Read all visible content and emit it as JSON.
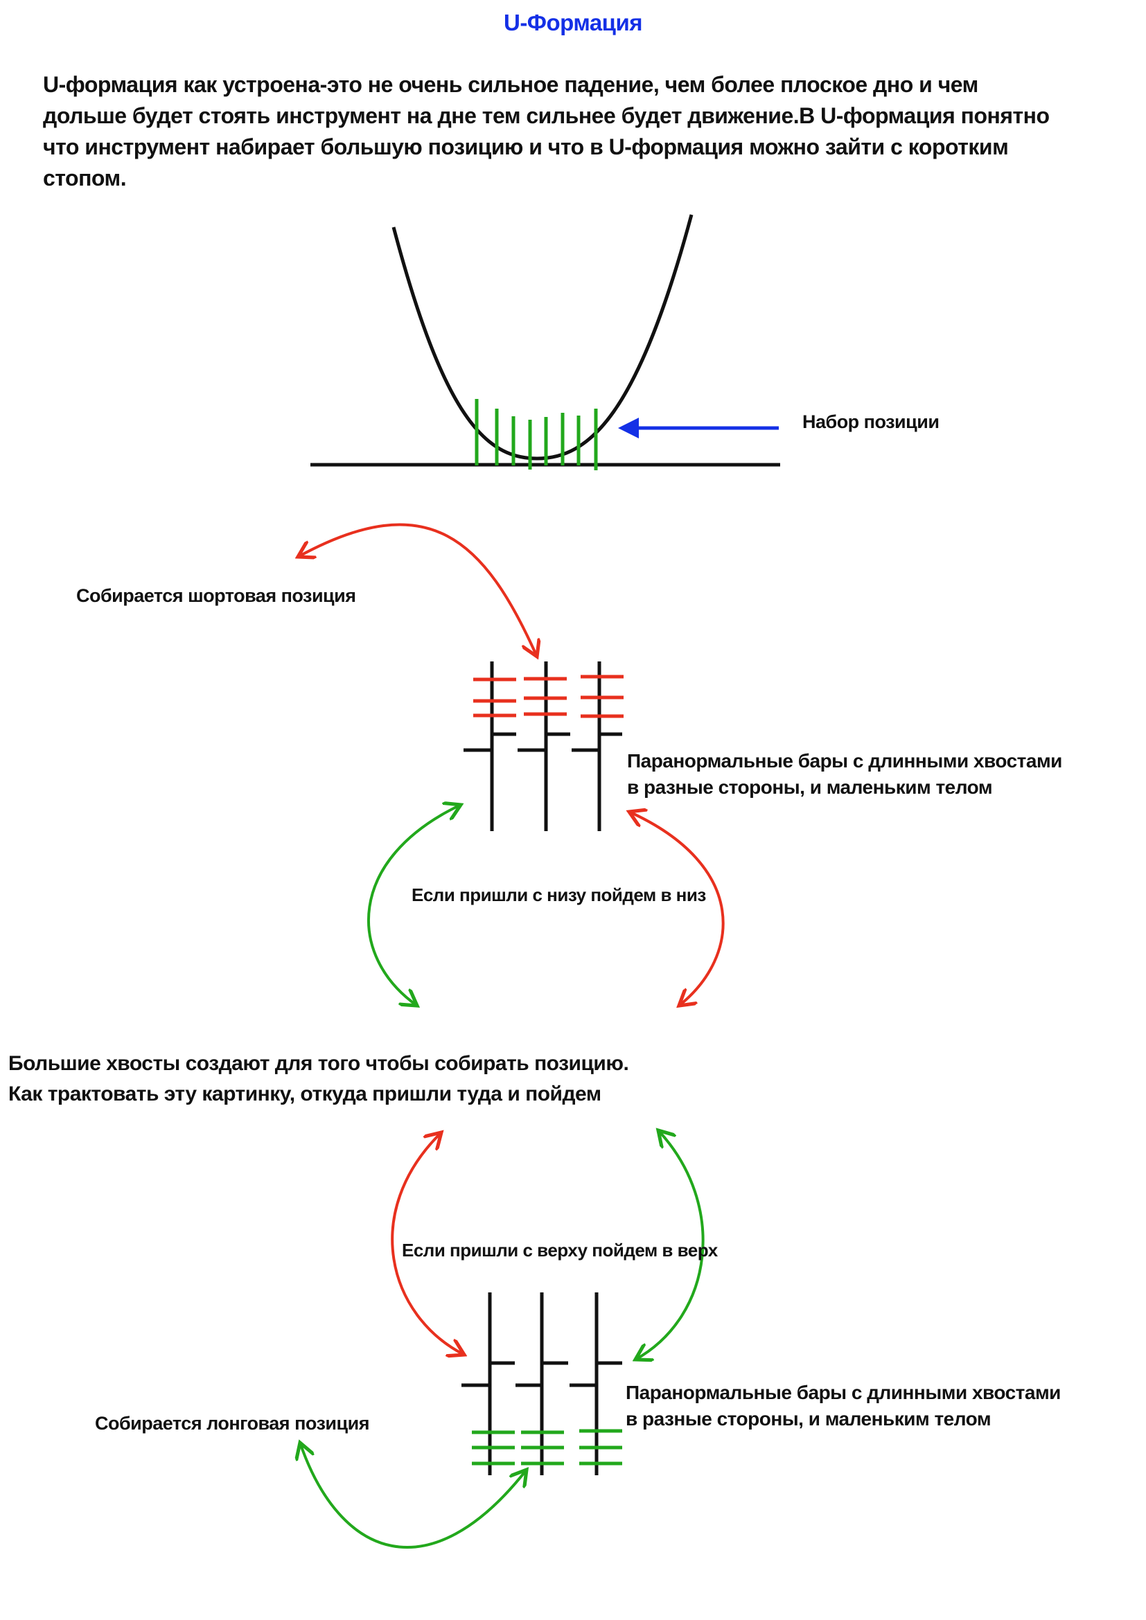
{
  "title": "U-Формация",
  "intro_lines": [
    "U-формация как устроена-это не очень сильное падение, чем более плоское дно и чем",
    "дольше будет стоять инструмент на дне тем сильнее будет движение.В U-формация понятно",
    "что инструмент набирает большую позицию и что в U-формация можно зайти с коротким",
    "стопом."
  ],
  "labels": {
    "position_build": "Набор позиции",
    "short_position": "Собирается шортовая позиция",
    "paranormal_bars_line1": "Паранормальные бары с длинными хвостами",
    "paranormal_bars_line2": "в разные стороны, и маленьким телом",
    "came_from_below": "Если пришли с низу пойдем в низ",
    "big_tails_line1": "Большие хвосты создают для того чтобы собирать позицию.",
    "big_tails_line2": "Как трактовать эту картинку, откуда пришли туда и пойдем",
    "came_from_above": "Если пришли с верху пойдем в верх",
    "long_position": "Собирается лонговая позиция"
  },
  "colors": {
    "title": "#1430e6",
    "blue_arrow": "#1430e6",
    "red": "#e8301e",
    "green": "#22a81c",
    "black": "#111111"
  }
}
